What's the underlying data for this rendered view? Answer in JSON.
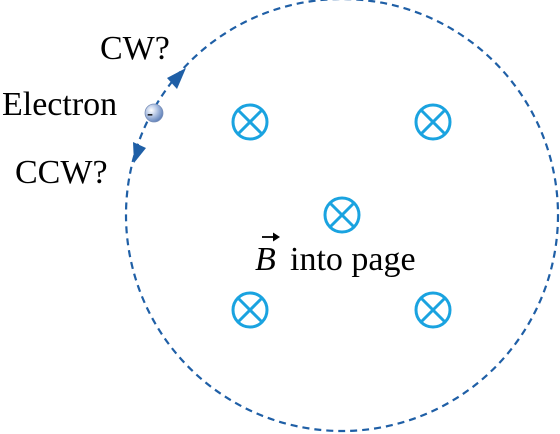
{
  "diagram": {
    "labels": {
      "cw": "CW?",
      "electron": "Electron",
      "electron_charge": "-",
      "ccw": "CCW?",
      "field_symbol": "B",
      "field_text": "into page"
    },
    "colors": {
      "orbit": "#1f5fa6",
      "field_symbol": "#1aa3e0",
      "text": "#000000"
    },
    "icons": {
      "field": "into-page-cross-circle",
      "electron": "sphere"
    }
  }
}
